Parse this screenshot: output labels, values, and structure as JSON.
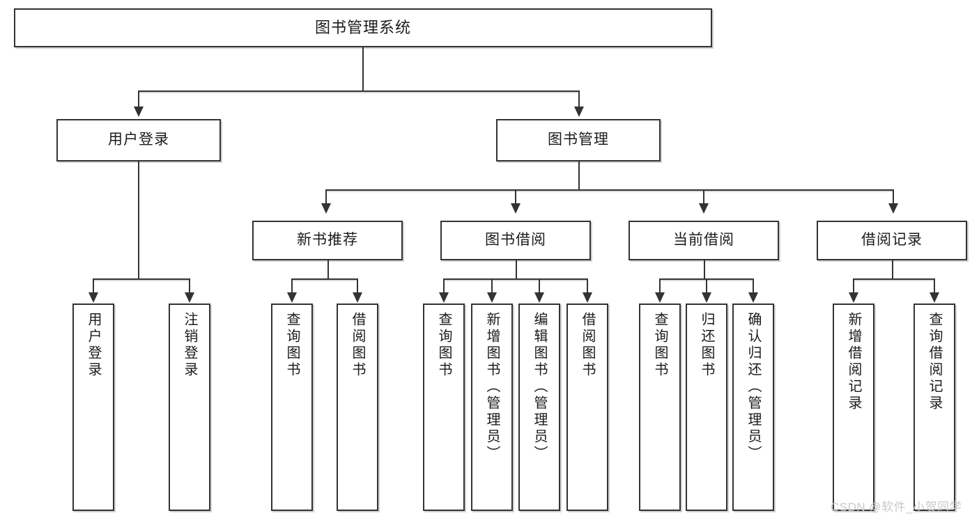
{
  "diagram": {
    "type": "tree-hierarchy-chart",
    "title_node": {
      "id": "root",
      "label": "图书管理系统"
    },
    "level2": [
      {
        "id": "user-login",
        "label": "用户登录"
      },
      {
        "id": "book-manage",
        "label": "图书管理"
      }
    ],
    "level3": [
      {
        "id": "new-book-recommend",
        "label": "新书推荐"
      },
      {
        "id": "book-borrow",
        "label": "图书借阅"
      },
      {
        "id": "current-borrow",
        "label": "当前借阅"
      },
      {
        "id": "borrow-record",
        "label": "借阅记录"
      }
    ],
    "leaves": {
      "user_login": [
        {
          "id": "leaf-user-login",
          "label": "用户登录"
        },
        {
          "id": "leaf-user-logout",
          "label": "注销登录"
        }
      ],
      "new_book_recommend": [
        {
          "id": "leaf-query-book-1",
          "label": "查询图书"
        },
        {
          "id": "leaf-borrow-book-1",
          "label": "借阅图书"
        }
      ],
      "book_borrow": [
        {
          "id": "leaf-query-book-2",
          "label": "查询图书"
        },
        {
          "id": "leaf-add-book",
          "label": "新增图书（管理员）"
        },
        {
          "id": "leaf-edit-book",
          "label": "编辑图书（管理员）"
        },
        {
          "id": "leaf-borrow-book-2",
          "label": "借阅图书"
        }
      ],
      "current_borrow": [
        {
          "id": "leaf-query-book-3",
          "label": "查询图书"
        },
        {
          "id": "leaf-return-book",
          "label": "归还图书"
        },
        {
          "id": "leaf-confirm-return",
          "label": "确认归还（管理员）"
        }
      ],
      "borrow_record": [
        {
          "id": "leaf-add-record",
          "label": "新增借阅记录"
        },
        {
          "id": "leaf-query-record",
          "label": "查询借阅记录"
        }
      ]
    }
  },
  "watermark": {
    "text": "CSDN @软件_小贺同学"
  },
  "colors": {
    "stroke": "#333333",
    "text": "#1b1b1b",
    "background": "#ffffff",
    "watermark": "#c9c9c9"
  }
}
